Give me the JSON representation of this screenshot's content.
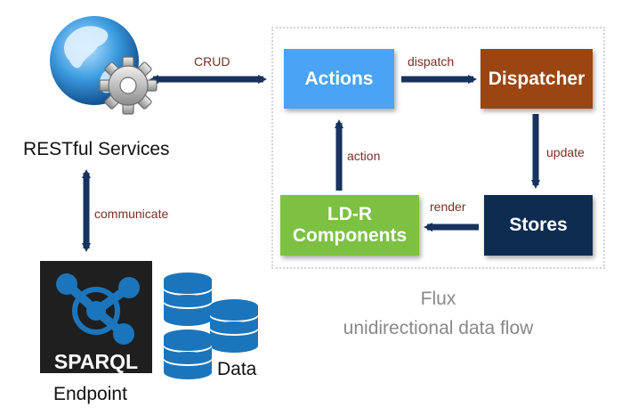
{
  "nodes": {
    "actions": {
      "label": "Actions",
      "color": "#4aa3f5"
    },
    "dispatcher": {
      "label": "Dispatcher",
      "color": "#9a4512"
    },
    "stores": {
      "label": "Stores",
      "color": "#0e2b52"
    },
    "components": {
      "label_line1": "LD-R",
      "label_line2": "Components",
      "color": "#7cc142"
    }
  },
  "edges": {
    "crud": "CRUD",
    "dispatch": "dispatch",
    "update": "update",
    "render": "render",
    "action": "action",
    "communicate": "communicate"
  },
  "labels": {
    "restful": "RESTful Services",
    "sparql_logo": "SPARQL",
    "endpoint": "Endpoint",
    "data": "Data",
    "flux_title": "Flux",
    "flux_subtitle": "unidirectional data flow"
  },
  "colors": {
    "arrow": "#17325c",
    "edge_label": "#7a2e22",
    "flux_border": "#cccccc",
    "flux_text": "#888888",
    "database": "#1b75bc"
  },
  "icons": [
    "globe-gear-icon",
    "sparql-logo-icon",
    "database-icon"
  ]
}
